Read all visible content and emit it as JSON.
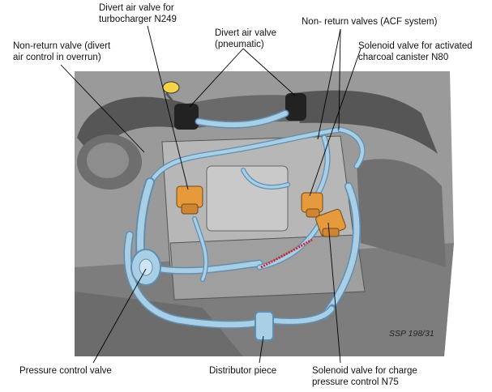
{
  "labels": {
    "divert_turbo": [
      "Divert air valve for",
      "turbocharger N249"
    ],
    "divert_pneumatic": [
      "Divert air valve",
      "(pneumatic)"
    ],
    "non_return_acf": [
      "Non- return valves (ACF system)"
    ],
    "solenoid_n80": [
      "Solenoid valve for activated",
      "charcoal canister N80"
    ],
    "non_return_divert": [
      "Non-return valve (divert",
      "air control in overrun)"
    ],
    "pressure_control": [
      "Pressure control valve"
    ],
    "distributor": [
      "Distributor piece"
    ],
    "solenoid_n75": [
      "Solenoid valve for charge",
      "pressure control N75"
    ]
  },
  "reference": "SSP 198/31",
  "colors": {
    "hose": "#a9cfe6",
    "hose_dark": "#5f8fb0",
    "valve": "#e79a3c",
    "engine_bg": "#8b8b8b",
    "engine_dark": "#4a4a4a",
    "engine_light": "#c9c9c9",
    "red_line": "#d4252b"
  }
}
